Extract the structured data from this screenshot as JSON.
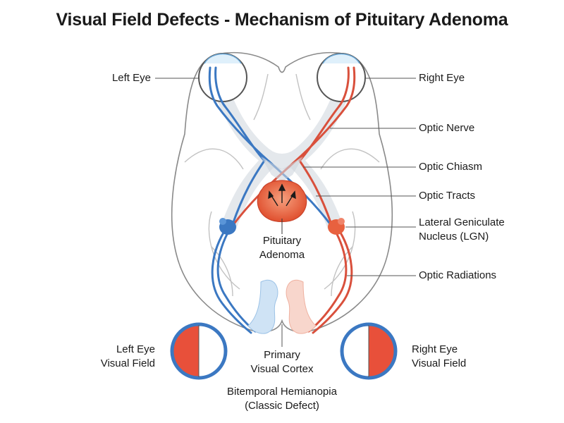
{
  "title": "Visual Field Defects - Mechanism of Pituitary Adenoma",
  "labels": {
    "left_eye": "Left Eye",
    "right_eye": "Right Eye",
    "optic_nerve": "Optic Nerve",
    "optic_chiasm": "Optic Chiasm",
    "optic_tracts": "Optic Tracts",
    "lgn_line1": "Lateral Geniculate",
    "lgn_line2": "Nucleus (LGN)",
    "optic_radiations": "Optic Radiations",
    "adenoma_line1": "Pituitary",
    "adenoma_line2": "Adenoma",
    "cortex_line1": "Primary",
    "cortex_line2": "Visual Cortex",
    "left_field_line1": "Left Eye",
    "left_field_line2": "Visual Field",
    "right_field_line1": "Right Eye",
    "right_field_line2": "Visual Field",
    "defect_line1": "Bitemporal Hemianopia",
    "defect_line2": "(Classic Defect)"
  },
  "colors": {
    "left_pathway": "#3b78c2",
    "right_pathway": "#d9503c",
    "adenoma": "#e8613f",
    "brain_outline": "#8a8a8a",
    "leader_line": "#555555"
  }
}
